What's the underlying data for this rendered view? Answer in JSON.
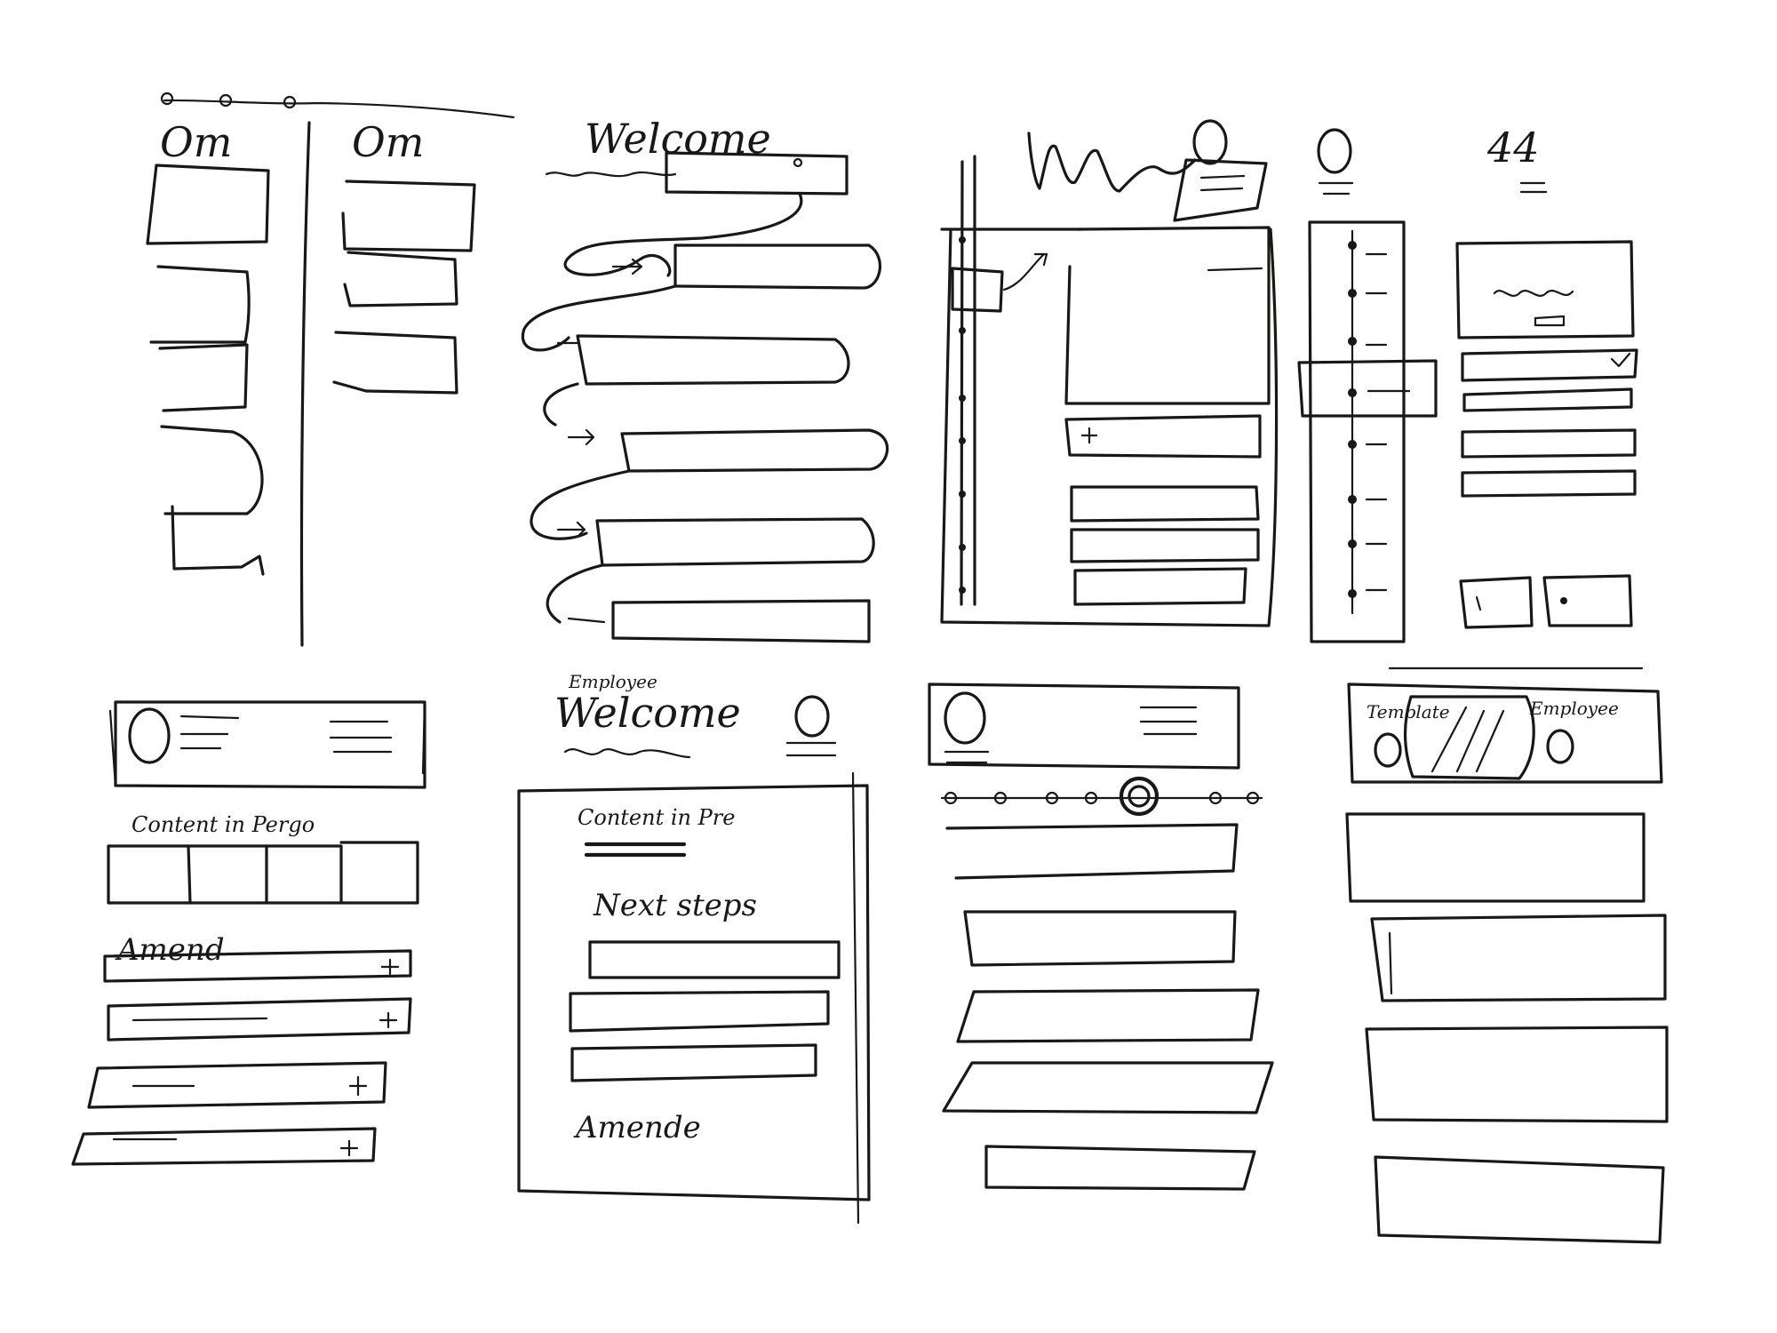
{
  "sketches": {
    "onboarding": {
      "left_title": "Om",
      "right_title": "Om"
    },
    "welcome": {
      "title": "Welcome"
    },
    "timeline": {
      "badge_number": "44"
    },
    "employee_welcome": {
      "kicker": "Employee",
      "title": "Welcome",
      "content_label": "Content in Pre",
      "next_steps_label": "Next steps",
      "amend_label": "Amende"
    },
    "content": {
      "section_label": "Content in Pergo",
      "list_label": "Amend"
    },
    "compare": {
      "left_label": "Template",
      "right_label": "Employee"
    }
  }
}
